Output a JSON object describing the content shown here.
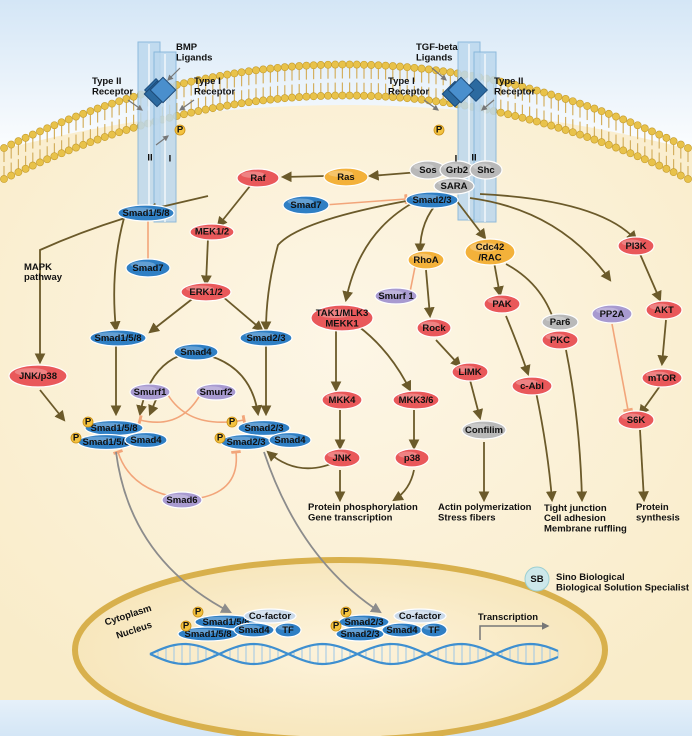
{
  "labels": {
    "bmp_ligands": "BMP\nLigands",
    "tgf_ligands": "TGF-beta\nLigands",
    "type2_left": "Type  II\nReceptor",
    "type1_left": "Type   I\nReceptor",
    "type1_right": "Type   I\nReceptor",
    "type2_right": "Type  II\nReceptor",
    "roman_II_left": "II",
    "roman_I_left": "I",
    "roman_I_right": "I",
    "roman_II_right": "II",
    "mapk": "MAPK\npathway",
    "out_protein": "Protein phosphorylation\nGene transcription",
    "out_actin": "Actin polymerization\nStress fibers",
    "out_tight": "Tight junction\nCell adhesion\nMembrane ruffling",
    "out_synth": "Protein\nsynthesis",
    "cytoplasm": "Cytoplasm",
    "nucleus": "Nucleus",
    "transcription": "Transcription",
    "logo": "Sino Biological",
    "logo_sub": "Biological Solution Specialist",
    "logo_mark": "SB",
    "phospho": "P"
  },
  "nodes": {
    "raf": "Raf",
    "ras": "Ras",
    "sos": "Sos",
    "grb2": "Grb2",
    "shc": "Shc",
    "sara": "SARA",
    "smad7_r": "Smad7",
    "smad23_top": "Smad2/3",
    "smad158_top": "Smad1/5/8",
    "mek12": "MEK1/2",
    "smad7_l": "Smad7",
    "erk": "ERK1/2",
    "jnkp38": "JNK/p38",
    "smad158_mid": "Smad1/5/8",
    "smad23_mid": "Smad2/3",
    "smad4_mid": "Smad4",
    "smurf1": "Smurf1",
    "smurf2": "Smurf2",
    "c1_a": "Smad1/5/8",
    "c1_b": "Smad1/5/8",
    "c1_c": "Smad4",
    "c2_a": "Smad2/3",
    "c2_b": "Smad2/3",
    "c2_c": "Smad4",
    "smad6": "Smad6",
    "tak": "TAK1/MLK3\nMEKK1",
    "mkk4": "MKK4",
    "mkk36": "MKK3/6",
    "jnk": "JNK",
    "p38": "p38",
    "rhoa": "RhoA",
    "smurf1b": "Smurf 1",
    "rock": "Rock",
    "limk": "LIMK",
    "cofilin": "Confilim",
    "cdc42": "Cdc42\n/RAC",
    "pak": "PAK",
    "par6": "Par6",
    "pkc": "PKC",
    "cabl": "c-Abl",
    "pp2a": "PP2A",
    "pi3k": "PI3K",
    "akt": "AKT",
    "mtor": "mTOR",
    "s6k": "S6K",
    "n1_a": "Smad1/5/8",
    "n1_b": "Smad1/5/8",
    "n1_c": "Smad4",
    "n1_co": "Co-factor",
    "n1_tf": "TF",
    "n2_a": "Smad2/3",
    "n2_b": "Smad2/3",
    "n2_c": "Smad4",
    "n2_co": "Co-factor",
    "n2_tf": "TF"
  },
  "colors": {
    "membrane_head": "#e8c24a",
    "membrane_tail": "#d4b060",
    "cytoplasm": "#fbf1d8",
    "red": "#e9585a",
    "blue": "#2f7fc4",
    "purple": "#a89ad0",
    "grey": "#b9b9b9",
    "orange": "#f3b13a",
    "arrow": "#6b5a2a",
    "inhibit": "#f2a57a",
    "receptor": "#bcd8ee"
  }
}
